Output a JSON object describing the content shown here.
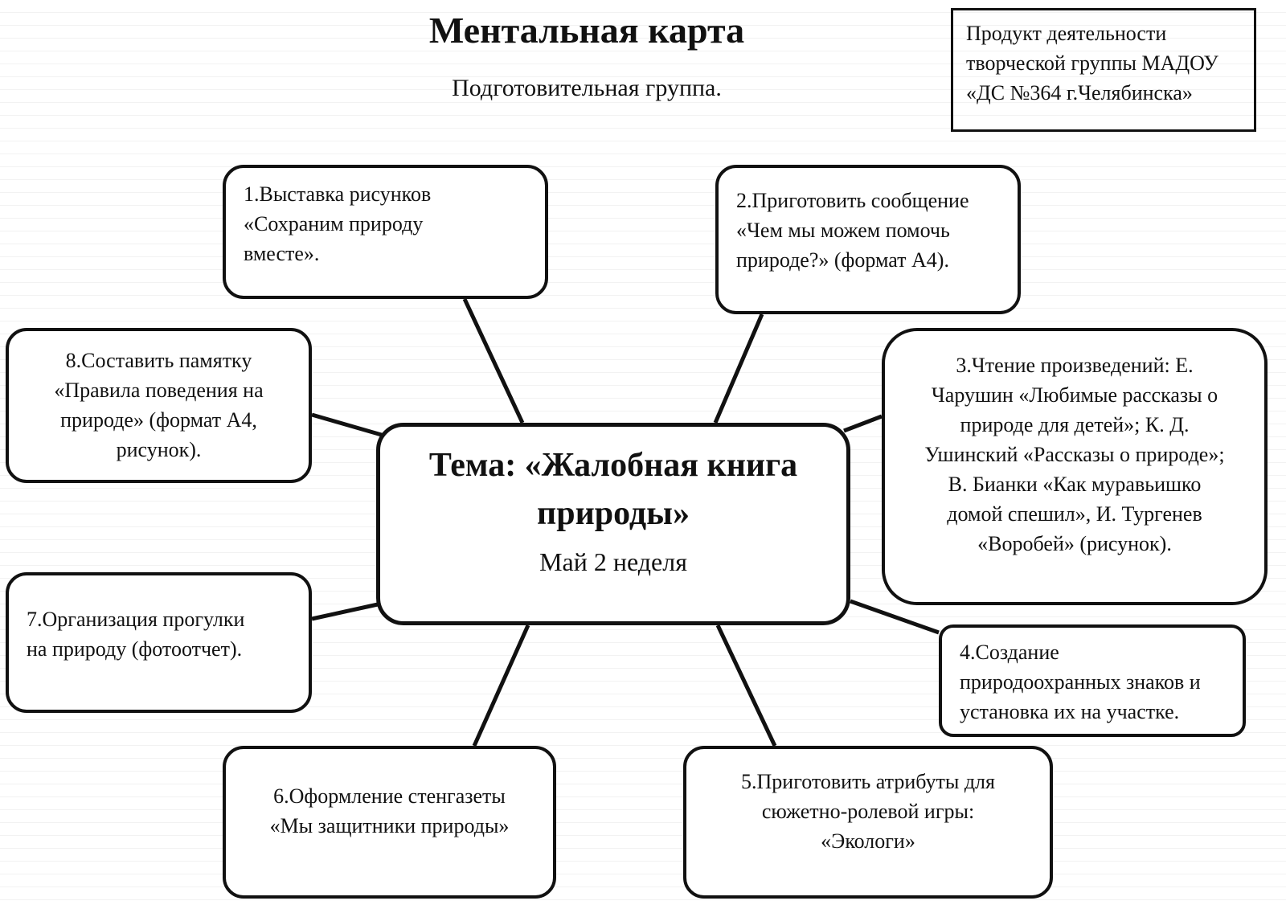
{
  "header": {
    "title": "Ментальная карта",
    "subtitle": "Подготовительная группа.",
    "product_lines": [
      "Продукт деятельности",
      "творческой группы МАДОУ",
      "«ДС №364 г.Челябинска»"
    ]
  },
  "center": {
    "title_lines": [
      "Тема: «Жалобная книга",
      "природы»"
    ],
    "period": "Май 2 неделя"
  },
  "nodes": [
    {
      "id": 1,
      "lines": [
        "1.Выставка  рисунков",
        "«Сохраним природу",
        "вместе»."
      ]
    },
    {
      "id": 2,
      "lines": [
        "2.Приготовить сообщение",
        "«Чем мы можем помочь",
        "природе?» (формат А4)."
      ]
    },
    {
      "id": 3,
      "lines": [
        "3.Чтение произведений: Е.",
        "Чарушин «Любимые рассказы о",
        "природе для детей»; К. Д.",
        "Ушинский «Рассказы о природе»;",
        "В. Бианки «Как муравьишко",
        "домой спешил», И. Тургенев",
        "«Воробей» (рисунок)."
      ]
    },
    {
      "id": 4,
      "lines": [
        "4.Создание",
        "природоохранных знаков и",
        "установка их на участке."
      ]
    },
    {
      "id": 5,
      "lines": [
        "5.Приготовить атрибуты для",
        "сюжетно-ролевой игры:",
        "«Экологи»"
      ]
    },
    {
      "id": 6,
      "lines": [
        "6.Оформление стенгазеты",
        "«Мы защитники природы»"
      ]
    },
    {
      "id": 7,
      "lines": [
        "7.Организация прогулки",
        "на природу (фотоотчет)."
      ]
    },
    {
      "id": 8,
      "lines": [
        "8.Составить памятку",
        "«Правила поведения на",
        "природе» (формат А4,",
        "рисунок)."
      ]
    }
  ],
  "colors": {
    "ink": "#111111",
    "paper": "#ffffff"
  }
}
